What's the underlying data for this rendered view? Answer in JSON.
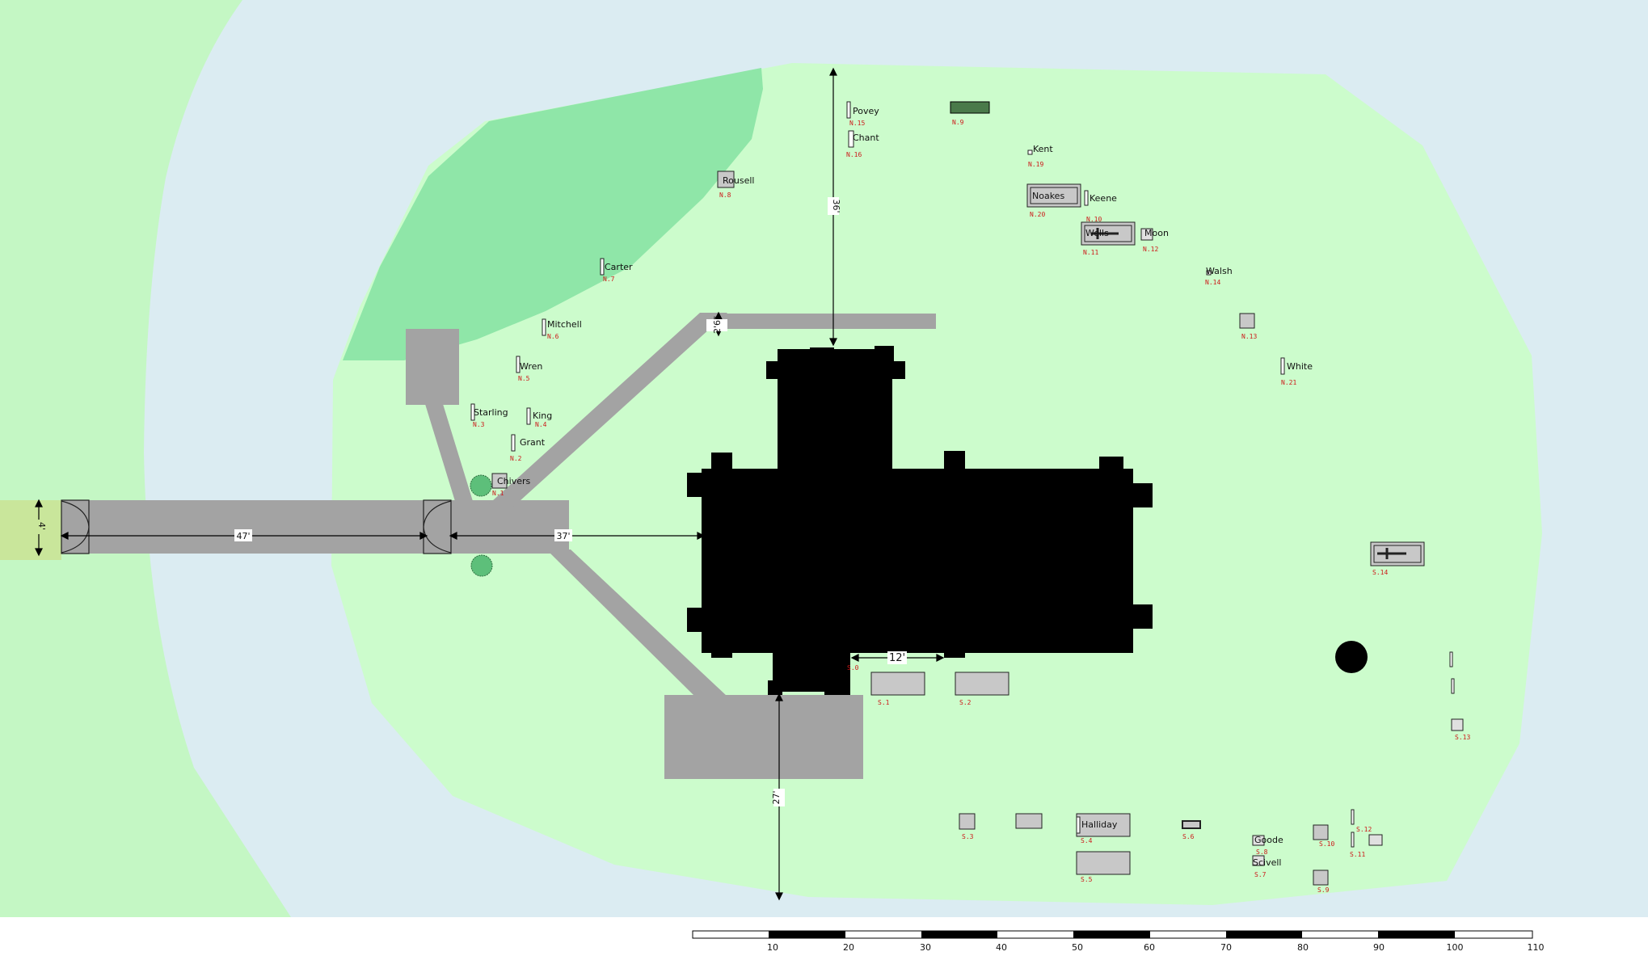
{
  "colors": {
    "water": "#dbecf2",
    "grass": "#ccfccc",
    "pale_grass": "#c4f7c4",
    "wood": "#8fe6a8",
    "path": "#a3a3a3",
    "church": "#000000",
    "stone": "#c8c8c8",
    "entrance": "#c9e69b",
    "ref_text": "#cc1a1a"
  },
  "dimensions": {
    "entrance_width": "4'",
    "lane_length": "47'",
    "path_to_church": "37'",
    "north_path_width": "2'6\"",
    "north_distance": "36'",
    "south_gap": "12'",
    "south_distance": "27'"
  },
  "graves": [
    {
      "name": "Povey",
      "ref": "N.15"
    },
    {
      "name": "Chant",
      "ref": "N.16"
    },
    {
      "name": "",
      "ref": "N.9"
    },
    {
      "name": "Rousell",
      "ref": "N.8"
    },
    {
      "name": "Kent",
      "ref": "N.19"
    },
    {
      "name": "Noakes",
      "ref": "N.20"
    },
    {
      "name": "Keene",
      "ref": "N.10"
    },
    {
      "name": "Wells",
      "ref": "N.11"
    },
    {
      "name": "Moon",
      "ref": "N.12"
    },
    {
      "name": "Walsh",
      "ref": "N.14"
    },
    {
      "name": "",
      "ref": "N.13"
    },
    {
      "name": "White",
      "ref": "N.21"
    },
    {
      "name": "Carter",
      "ref": "N.7"
    },
    {
      "name": "Mitchell",
      "ref": "N.6"
    },
    {
      "name": "Wren",
      "ref": "N.5"
    },
    {
      "name": "Starling",
      "ref": "N.3"
    },
    {
      "name": "King",
      "ref": "N.4"
    },
    {
      "name": "Grant",
      "ref": "N.2"
    },
    {
      "name": "Chivers",
      "ref": "N.1"
    },
    {
      "name": "",
      "ref": "S.14"
    },
    {
      "name": "",
      "ref": "S.0"
    },
    {
      "name": "",
      "ref": "S.1"
    },
    {
      "name": "",
      "ref": "S.2"
    },
    {
      "name": "",
      "ref": "S.3"
    },
    {
      "name": "Halliday",
      "ref": "S.4"
    },
    {
      "name": "",
      "ref": "S.5"
    },
    {
      "name": "",
      "ref": "S.6"
    },
    {
      "name": "Goode",
      "ref": "S.8"
    },
    {
      "name": "Scivell",
      "ref": "S.7"
    },
    {
      "name": "",
      "ref": "S.10"
    },
    {
      "name": "",
      "ref": "S.9"
    },
    {
      "name": "",
      "ref": "S.12"
    },
    {
      "name": "",
      "ref": "S.11"
    },
    {
      "name": "",
      "ref": "S.13"
    }
  ],
  "scale_bar": {
    "ticks": [
      "10",
      "20",
      "30",
      "40",
      "50",
      "60",
      "70",
      "80",
      "90",
      "100",
      "110"
    ]
  }
}
